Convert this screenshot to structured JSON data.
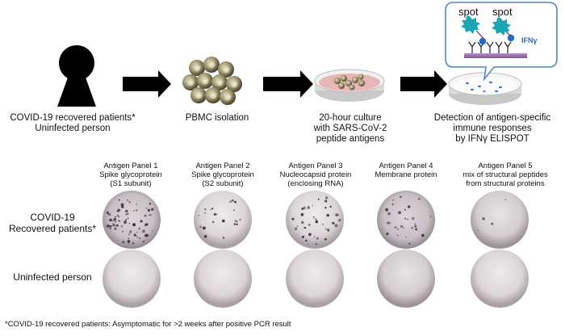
{
  "workflow": {
    "step1": {
      "line1": "COVID-19 recovered patients*",
      "line2": "Uninfected person"
    },
    "step2": {
      "line1": "PBMC isolation"
    },
    "step3": {
      "line1": "20-hour culture",
      "line2": "with SARS-CoV-2",
      "line3": "peptide antigens"
    },
    "step4": {
      "line1": "Detection of antigen-specific",
      "line2": "immune responses",
      "line3": "by IFNγ ELISPOT"
    }
  },
  "callout": {
    "spot_left": "spot",
    "spot_right": "spot",
    "ifn": "IFNγ"
  },
  "panels": [
    {
      "title": "Antigen Panel 1",
      "line1": "Spike glycoprotein",
      "line2": "(S1 subunit)"
    },
    {
      "title": "Antigen Panel 2",
      "line1": "Spike glycoprotein",
      "line2": "(S2 subunit)"
    },
    {
      "title": "Antigen Panel 3",
      "line1": "Nucleocapsid protein",
      "line2": "(enclosing RNA)"
    },
    {
      "title": "Antigen Panel 4",
      "line1": "Membrane protein",
      "line2": ""
    },
    {
      "title": "Antigen Panel 5",
      "line1": "mix of structural peptides",
      "line2": "from structural proteins"
    }
  ],
  "rows": {
    "recovered": {
      "line1": "COVID-19",
      "line2": "Recovered patients*"
    },
    "uninfected": {
      "line1": "Uninfected person"
    }
  },
  "footnote": "*COVID-19 recovered patients: Asymptomatic for >2 weeks after positive PCR result",
  "colors": {
    "arrow": "#000000",
    "callout_border": "#4f86c6",
    "ifn_text": "#1f6fc1",
    "spot_cell": "#19a7b3",
    "dish_pink": "#e9b6b6",
    "well_base": "#cfc8cc"
  }
}
